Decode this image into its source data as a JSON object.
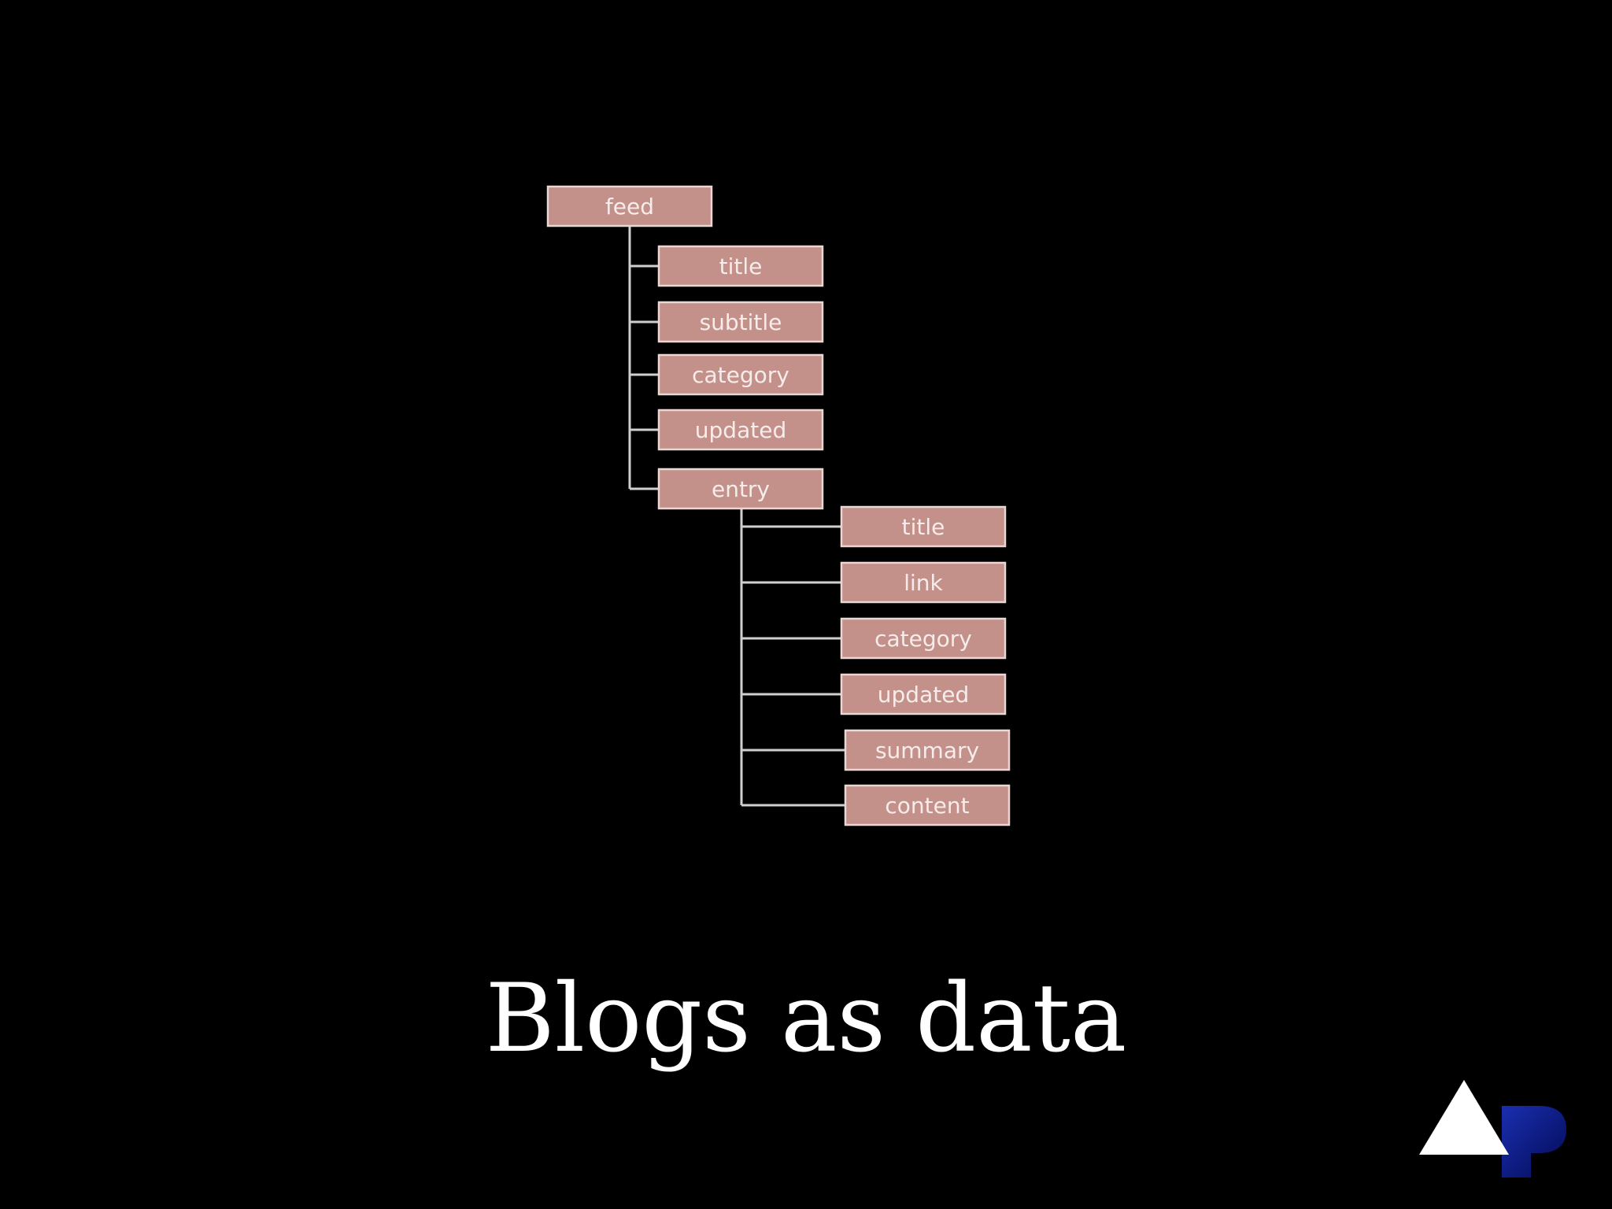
{
  "colors": {
    "background": "#000000",
    "node_fill": "#c4918a",
    "node_border": "#ead6d2",
    "connector": "#cfcfcf",
    "label": "#f6eceb",
    "title": "#ffffff",
    "logo_triangle": "#ffffff",
    "logo_p": "#061a8a"
  },
  "diagram": {
    "root": "feed",
    "feed_children": [
      "title",
      "subtitle",
      "category",
      "updated",
      "entry"
    ],
    "entry_children": [
      "title",
      "link",
      "category",
      "updated",
      "summary",
      "content"
    ]
  },
  "slide": {
    "title": "Blogs as data"
  },
  "logo": {
    "icon": "triangle-p-logo"
  }
}
